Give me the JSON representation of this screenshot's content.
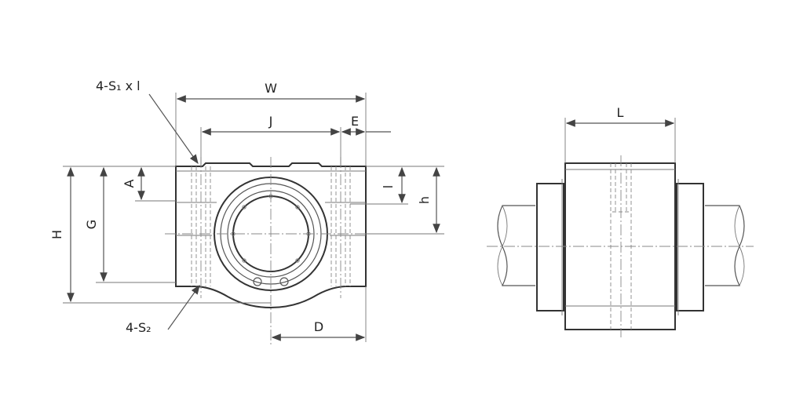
{
  "labels": {
    "W": "W",
    "J": "J",
    "E": "E",
    "S1": "4-S₁ x l",
    "S2": "4-S₂",
    "A": "A",
    "l": "l",
    "h": "h",
    "G": "G",
    "H": "H",
    "D": "D",
    "L": "L"
  },
  "colors": {
    "line": "#333333",
    "background": "#ffffff"
  }
}
